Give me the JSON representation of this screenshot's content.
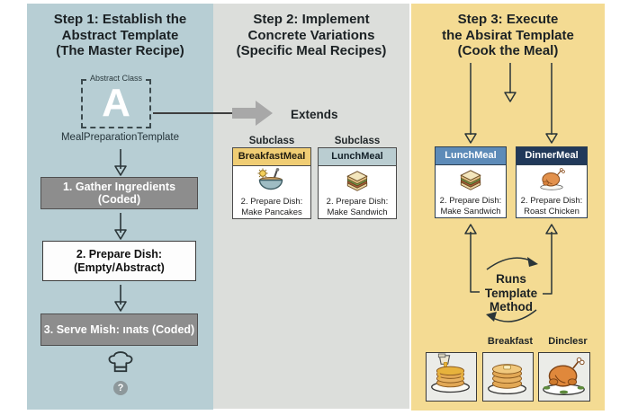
{
  "step1": {
    "title1": "Step 1: Establish the",
    "title2": "Abstract Template",
    "title3": "(The Master Recipe)",
    "abstract_class_label": "Abstract Class",
    "abstract_letter": "A",
    "class_name": "MealPreparationTemplate",
    "box1": "1. Gather Ingredients (Coded)",
    "box2_line1": "2. Prepare Dish:",
    "box2_line2": "(Empty/Abstract)",
    "box3": "3. Serve Mish: ınats (Coded)",
    "question_glyph": "?"
  },
  "step2": {
    "title1": "Step 2: Implement",
    "title2": "Concrete Variations",
    "title3": "(Specific Meal Recipes)",
    "extends_label": "Extends",
    "subclass_label_1": "Subclass",
    "subclass_label_2": "Subclass",
    "card1": {
      "header": "BreakfastMeal",
      "line1": "2. Prepare Dish:",
      "line2": "Make Pancakes"
    },
    "card2": {
      "header": "LunchMeal",
      "line1": "2. Prepare Dish:",
      "line2": "Make Sandwich"
    }
  },
  "step3": {
    "title1": "Step 3: Execute",
    "title2": "the Absirat Template",
    "title3": "(Cook the Meal)",
    "card1": {
      "header": "LunchMeal",
      "line1": "2. Prepare Dish:",
      "line2": "Make Sandwich"
    },
    "card2": {
      "header": "DinnerMeal",
      "line1": "2. Prepare Dish:",
      "line2": "Roast Chicken"
    },
    "runs1": "Runs",
    "runs2": "Template",
    "runs3": "Method",
    "food_label_1": "Breakfast",
    "food_label_2": "Dinclesr"
  },
  "colors": {
    "panel_step1": "#b7ced4",
    "panel_step2": "#dcdedb",
    "panel_step3": "#f4db93",
    "coded_box_gray": "#8d8d8d",
    "abstract_box_white": "#fdfdfd",
    "breakfast_header_yellow": "#f0cd74",
    "lunch_header_light_blue": "#bacdd1",
    "lunch_header_blue": "#5d8bb8",
    "dinner_header_navy": "#21395a",
    "extends_arrow_gray": "#a8a8a8"
  },
  "icons": {
    "step1_footer": [
      "chef-hat-icon",
      "question-badge-icon"
    ],
    "step2_card_icons": [
      "breakfast-bowl-icon",
      "sandwich-icon"
    ],
    "step3_card_icons": [
      "sandwich-icon",
      "roast-chicken-icon"
    ],
    "step3_cycle": "circular-arrows-icon",
    "step3_food_icons": [
      "pancakes-syrup-icon",
      "pancakes-icon",
      "roast-turkey-icon"
    ]
  }
}
